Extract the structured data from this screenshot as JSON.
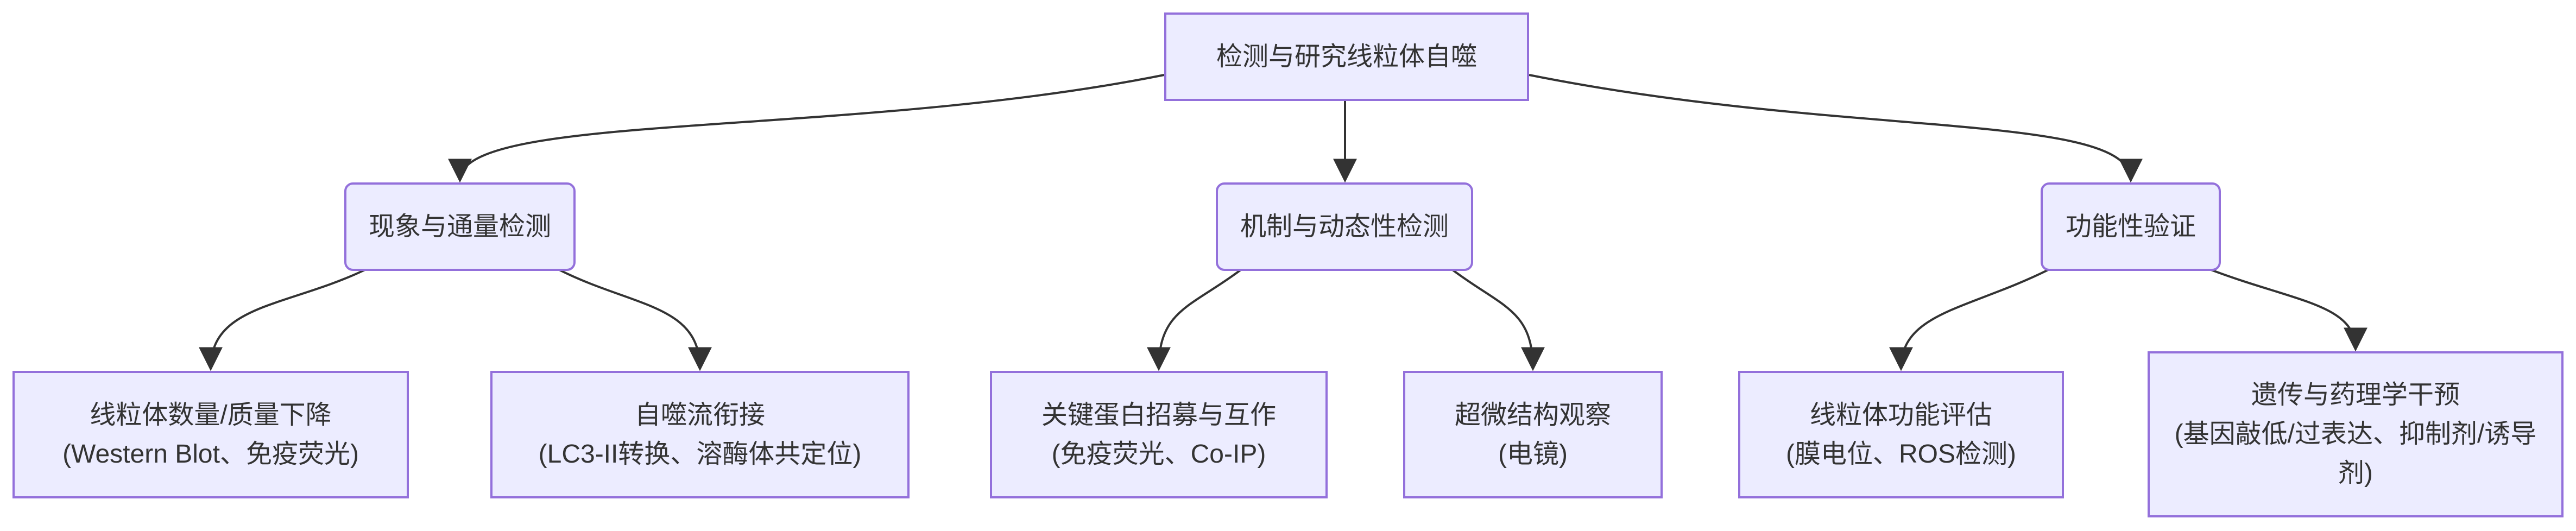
{
  "theme": {
    "node-fill": "#ECECFF",
    "node-border": "#9370DB",
    "edge-color": "#333333",
    "text-color": "#333333",
    "background": "#FFFFFF"
  },
  "nodes": {
    "root": {
      "label": "检测与研究线粒体自噬"
    },
    "phenomenon": {
      "label": "现象与通量检测"
    },
    "mechanism": {
      "label": "机制与动态性检测"
    },
    "functional": {
      "label": "功能性验证"
    },
    "mito_decline": {
      "title": "线粒体数量/质量下降",
      "detail": "(Western Blot、免疫荧光)"
    },
    "flux": {
      "title": "自噬流衔接",
      "detail": "(LC3-II转换、溶酶体共定位)"
    },
    "recruitment": {
      "title": "关键蛋白招募与互作",
      "detail": "(免疫荧光、Co-IP)"
    },
    "ultrastructure": {
      "title": "超微结构观察",
      "detail": "(电镜)"
    },
    "function_eval": {
      "title": "线粒体功能评估",
      "detail": "(膜电位、ROS检测)"
    },
    "intervention": {
      "title": "遗传与药理学干预",
      "detail": "(基因敲低/过表达、抑制剂/诱导剂)"
    }
  },
  "edges": [
    {
      "from": "root",
      "to": "phenomenon"
    },
    {
      "from": "root",
      "to": "mechanism"
    },
    {
      "from": "root",
      "to": "functional"
    },
    {
      "from": "phenomenon",
      "to": "mito_decline"
    },
    {
      "from": "phenomenon",
      "to": "flux"
    },
    {
      "from": "mechanism",
      "to": "recruitment"
    },
    {
      "from": "mechanism",
      "to": "ultrastructure"
    },
    {
      "from": "functional",
      "to": "function_eval"
    },
    {
      "from": "functional",
      "to": "intervention"
    }
  ]
}
